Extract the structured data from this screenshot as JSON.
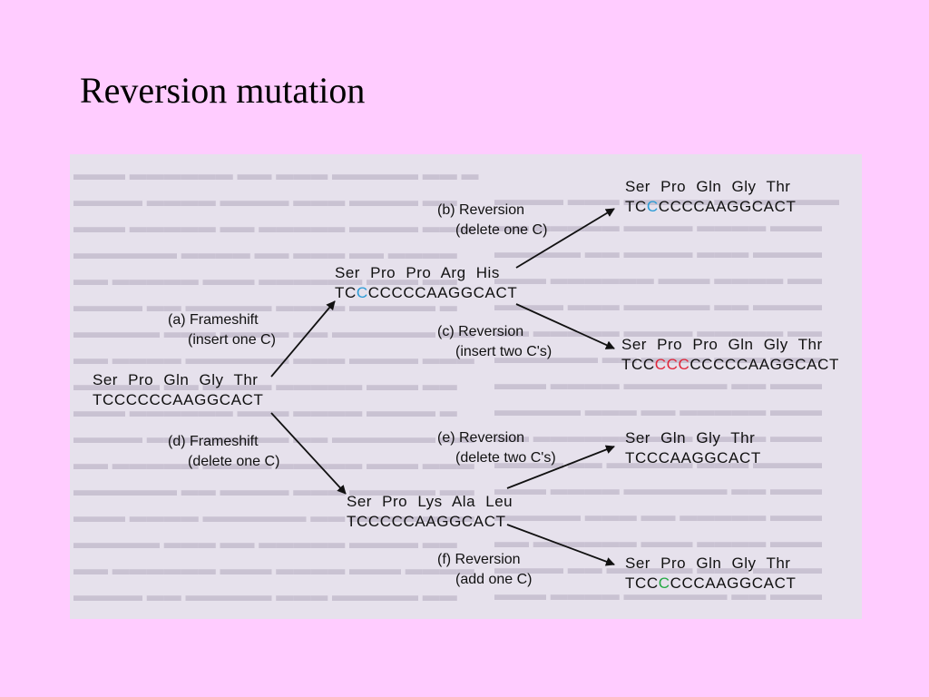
{
  "title": "Reversion mutation",
  "colors": {
    "background": "#ffccff",
    "figure_background": "#e6e1ec",
    "inserted_base": "#2a9bd6",
    "added_bases": "#e0263a",
    "added_base": "#23a843"
  },
  "nodes": {
    "original": {
      "aa": "Ser Pro Gln Gly Thr",
      "seq": "TCCCCCCAAGGCACT"
    },
    "frameshift_insert": {
      "aa": "Ser Pro Pro Arg His",
      "seq_pre": "TC",
      "seq_mark": "C",
      "seq_post": "CCCCCAAGGCACT"
    },
    "frameshift_delete": {
      "aa": "Ser Pro Lys Ala Leu",
      "seq": "TCCCCCAAGGCACT"
    },
    "rev_b": {
      "aa": "Ser Pro Gln Gly Thr",
      "seq_pre": "TC",
      "seq_mark": "C",
      "seq_post": "CCCCAAGGCACT"
    },
    "rev_c": {
      "aa": "Ser Pro Pro Gln Gly Thr",
      "seq_pre": "TCC",
      "seq_mark": "CCC",
      "seq_post": "CCCCCAAGGCACT"
    },
    "rev_e": {
      "aa": "Ser Gln Gly Thr",
      "seq": "TCCCAAGGCACT"
    },
    "rev_f": {
      "aa": "Ser Pro Gln Gly Thr",
      "seq_pre": "TCC",
      "seq_mark": "C",
      "seq_post": "CCCAAGGCACT"
    }
  },
  "labels": {
    "a": [
      "(a) Frameshift",
      "(insert one C)"
    ],
    "b": [
      "(b) Reversion",
      "(delete one C)"
    ],
    "c": [
      "(c) Reversion",
      "(insert two C's)"
    ],
    "d": [
      "(d) Frameshift",
      "(delete one C)"
    ],
    "e": [
      "(e) Reversion",
      "(delete two C's)"
    ],
    "f": [
      "(f) Reversion",
      "(add one C)"
    ]
  }
}
